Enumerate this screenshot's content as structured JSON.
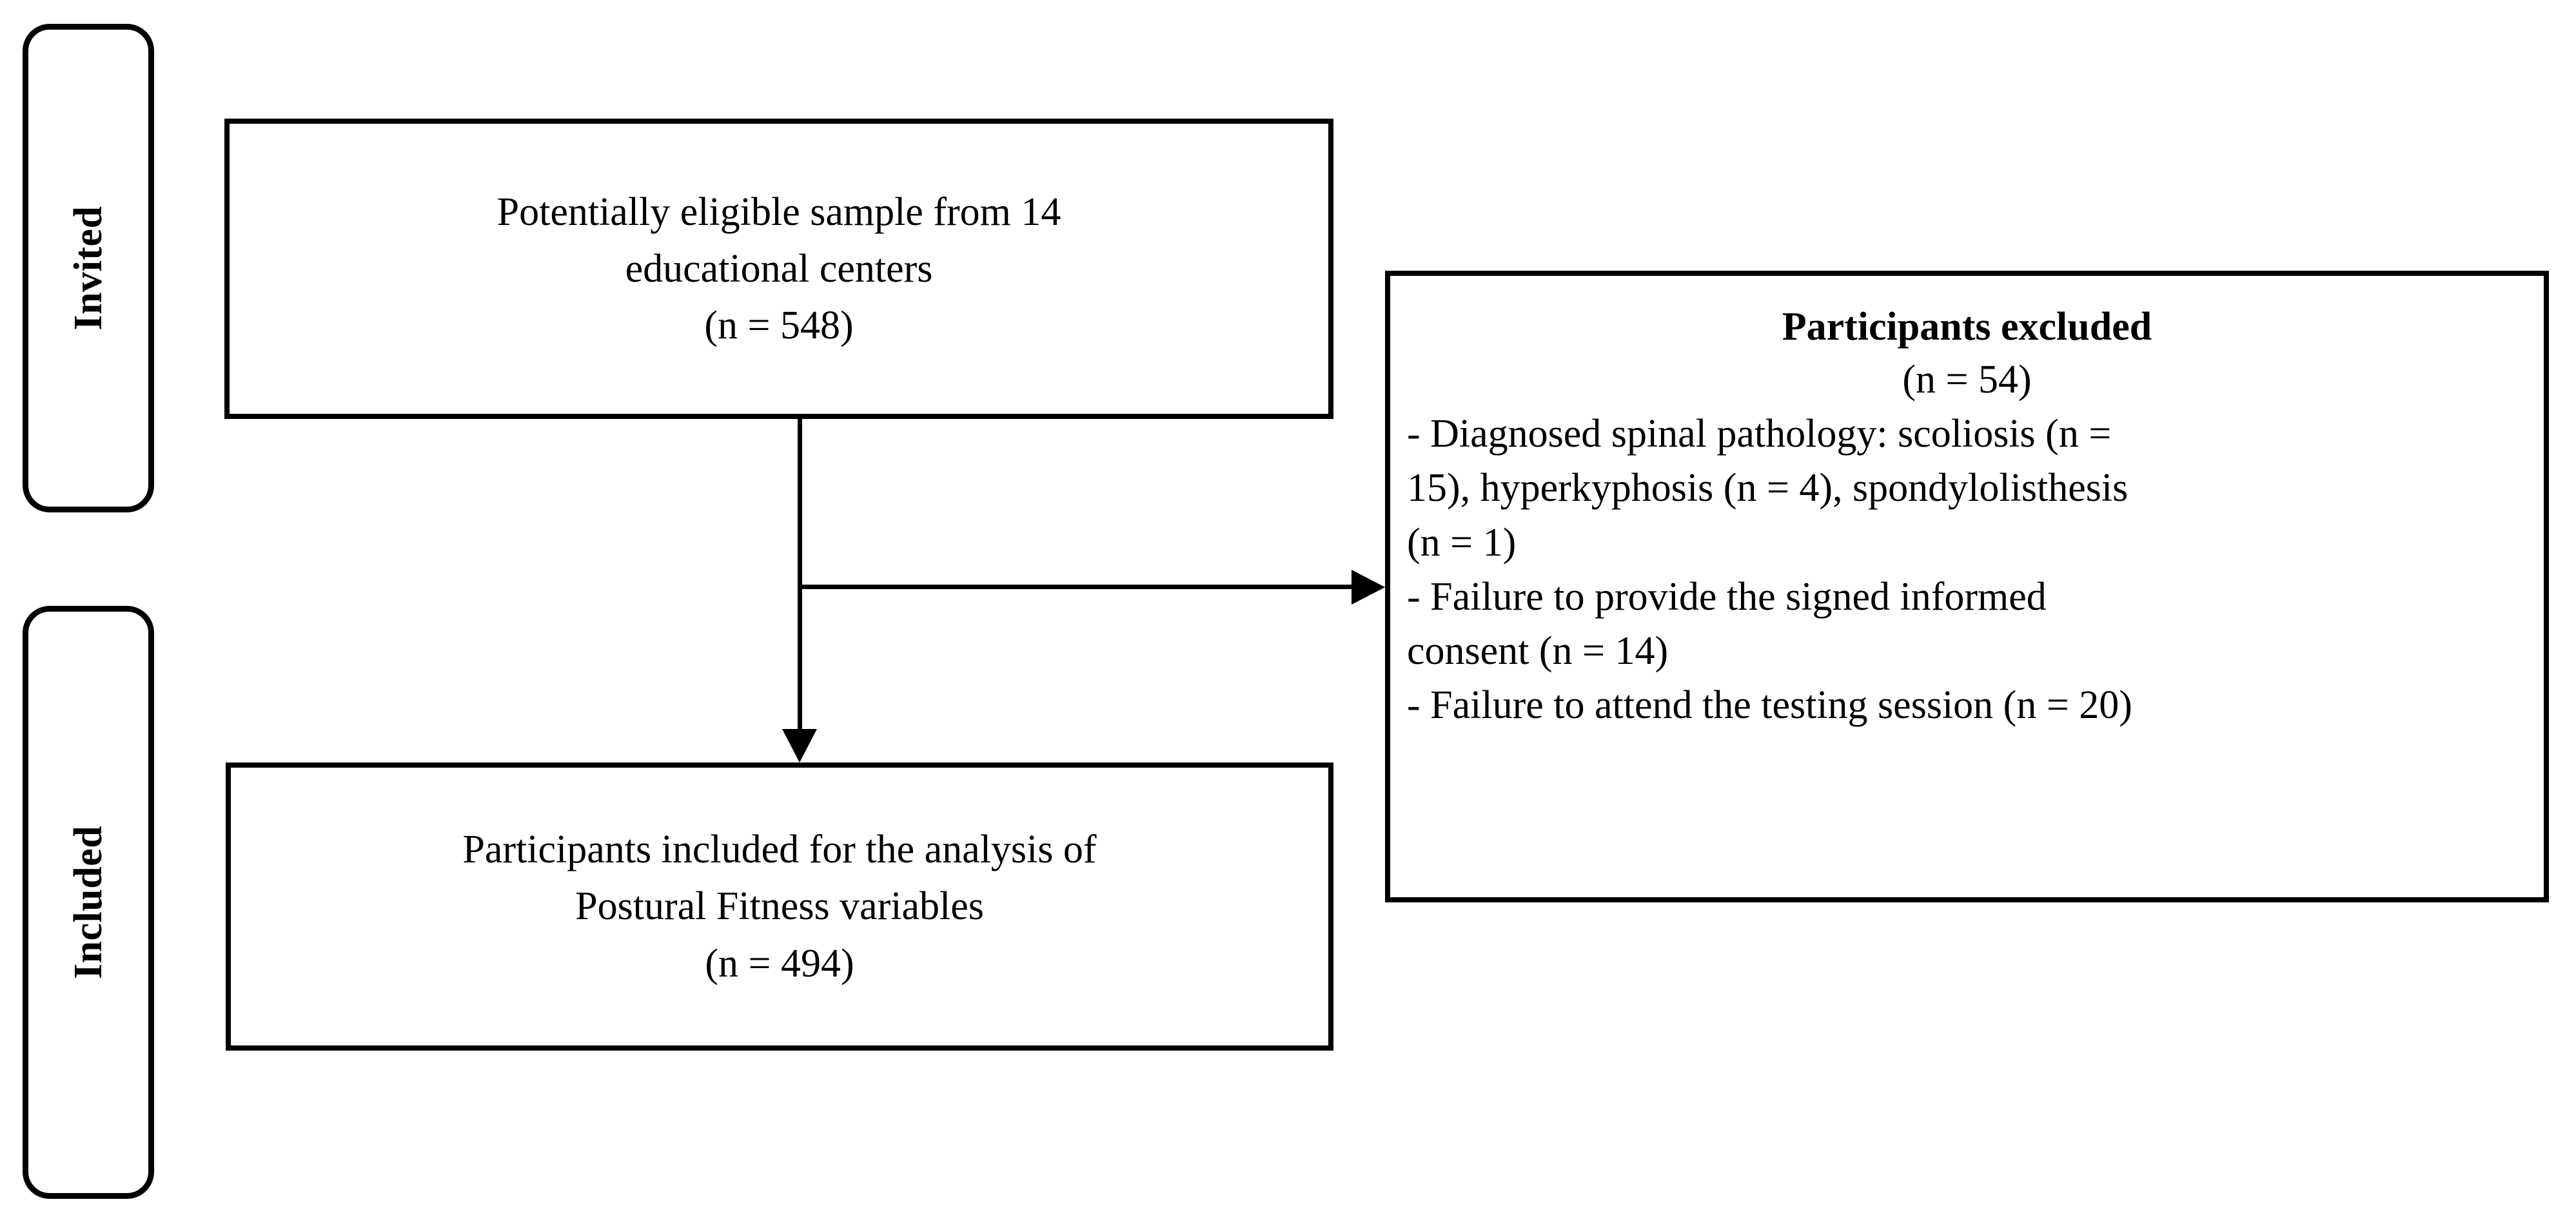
{
  "diagram": {
    "type": "participant-flow-chart",
    "stages": [
      {
        "id": "invited",
        "label": "Invited"
      },
      {
        "id": "included",
        "label": "Included"
      }
    ],
    "nodes": {
      "eligible": {
        "lines": [
          "Potentially eligible sample from 14",
          "educational centers",
          "(n = 548)"
        ],
        "n": 548
      },
      "included": {
        "lines": [
          "Participants included for the analysis of",
          "Postural Fitness variables",
          "(n = 494)"
        ],
        "n": 494
      },
      "excluded": {
        "title": "Participants excluded",
        "count": "(n = 54)",
        "n": 54,
        "reasons": [
          "- Diagnosed spinal pathology: scoliosis (n =",
          "15), hyperkyphosis (n = 4), spondylolisthesis",
          "(n = 1)",
          "- Failure to provide the signed informed",
          "consent (n = 14)",
          "- Failure to attend the testing session (n = 20)"
        ]
      }
    },
    "connectors": [
      {
        "id": "eligible-to-included",
        "direction": "down",
        "arrowhead": true
      },
      {
        "id": "eligible-to-excluded",
        "direction": "right",
        "arrowhead": true
      }
    ],
    "colors": {
      "stroke": "#000000",
      "background": "#ffffff",
      "text": "#000000"
    }
  }
}
